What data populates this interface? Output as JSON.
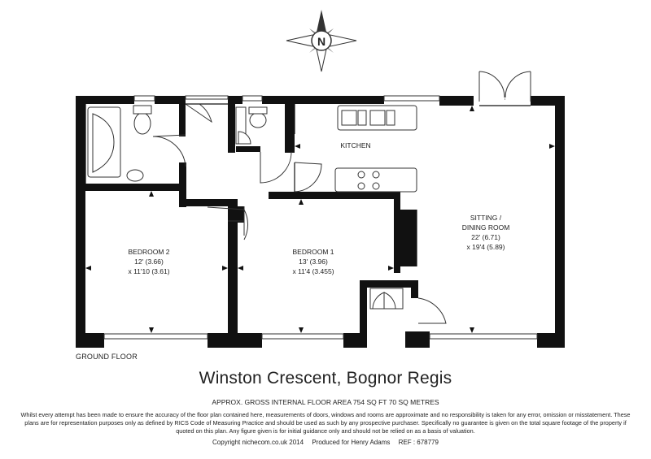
{
  "compass": {
    "label": "N"
  },
  "rooms": {
    "kitchen": {
      "name": "KITCHEN"
    },
    "bedroom2": {
      "name": "BEDROOM 2",
      "dim_imperial": "12' (3.66)",
      "dim_second": "x 11'10 (3.61)"
    },
    "bedroom1": {
      "name": "BEDROOM 1",
      "dim_imperial": "13' (3.96)",
      "dim_second": "x 11'4 (3.455)"
    },
    "sitting": {
      "name_line1": "SITTING /",
      "name_line2": "DINING ROOM",
      "dim_imperial": "22' (6.71)",
      "dim_second": "x 19'4 (5.89)"
    }
  },
  "floor_label": "GROUND FLOOR",
  "title": "Winston Crescent, Bognor Regis",
  "area": "APPROX. GROSS INTERNAL FLOOR AREA 754 SQ FT 70 SQ METRES",
  "disclaimer": "Whilst every attempt has been made to ensure the accuracy of the floor plan contained here, measurements of doors, windows and rooms are approximate and no responsibility is taken for any error, omission or misstatement. These plans are for representation purposes only as defined by RICS Code of Measuring Practice and should be used as such by any prospective purchaser. Specifically no guarantee is given on the total square footage of the property if quoted on this plan. Any figure given is for initial guidance only and should not be relied on as a basis of valuation.",
  "credits": {
    "copyright": "Copyright nichecom.co.uk 2014",
    "produced": "Produced for Henry Adams",
    "ref": "REF : 678779"
  }
}
